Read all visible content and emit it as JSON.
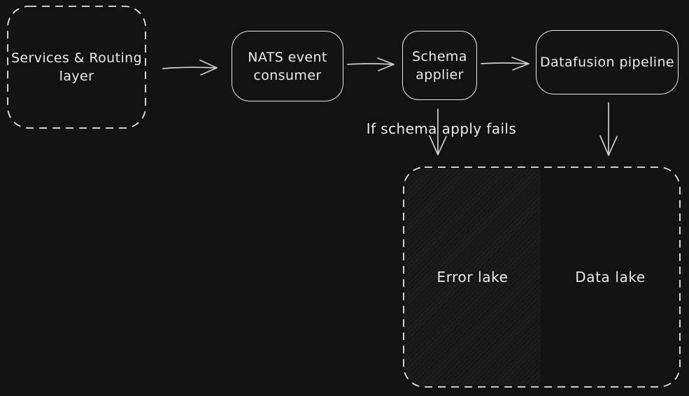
{
  "diagram": {
    "colors": {
      "background": "#121212",
      "shape_stroke": "#e8e8e8",
      "arrow_stroke": "#cfcfcf",
      "text": "#ebebe9",
      "hatch_line": "rgba(255,255,255,0.06)"
    },
    "nodes": {
      "services": {
        "lines": [
          "Services & Routing",
          "layer"
        ],
        "style": "dashed"
      },
      "nats": {
        "lines": [
          "NATS event",
          "consumer"
        ],
        "style": "solid"
      },
      "schema": {
        "lines": [
          "Schema",
          "applier"
        ],
        "style": "solid"
      },
      "datafusion": {
        "lines": [
          "Datafusion pipeline"
        ],
        "style": "solid"
      },
      "error_lake": {
        "label": "Error lake",
        "fill": "hatched"
      },
      "data_lake": {
        "label": "Data lake",
        "fill": "none"
      }
    },
    "edge_label": "If schema apply fails",
    "edges": [
      {
        "from": "services",
        "to": "nats"
      },
      {
        "from": "nats",
        "to": "schema"
      },
      {
        "from": "schema",
        "to": "datafusion"
      },
      {
        "from": "schema",
        "to": "error_lake",
        "label": "If schema apply fails"
      },
      {
        "from": "datafusion",
        "to": "data_lake"
      }
    ]
  }
}
